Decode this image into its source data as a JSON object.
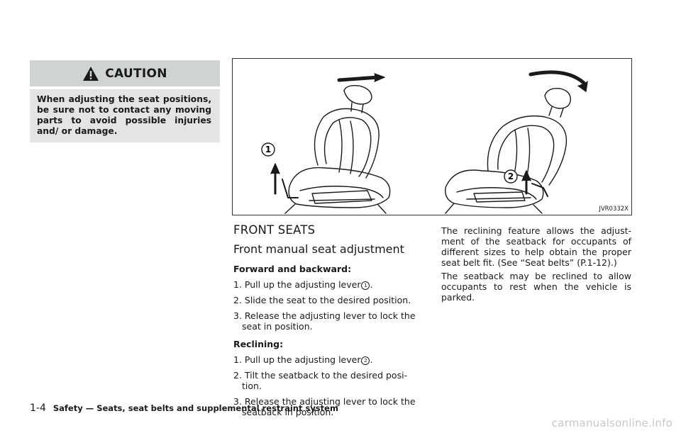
{
  "caution": {
    "title": "CAUTION",
    "text": "When adjusting the seat positions, be sure not to contact any moving parts to avoid possible injuries and/ or damage."
  },
  "figure": {
    "code": "JVR0332X",
    "callout_1": "1",
    "callout_2": "2"
  },
  "section_title": "FRONT SEATS",
  "subsection_title": "Front manual seat adjustment",
  "forward": {
    "heading": "Forward and backward:",
    "step1": "1. Pull up the adjusting lever",
    "step1_marker": "1",
    "step2": "2. Slide the seat to the desired position.",
    "step3": "3. Release the adjusting lever to lock the seat in position."
  },
  "reclining": {
    "heading": "Reclining:",
    "step1": "1. Pull up the adjusting lever",
    "step1_marker": "2",
    "step2": "2. Tilt the seatback to the desired posi- tion.",
    "step3": "3. Release the adjusting lever to lock the seatback in position."
  },
  "right_column": {
    "para1": "The reclining feature allows the adjust- ment of the seatback for occupants of different sizes to help obtain the proper seat belt fit. (See “Seat belts” (P.1-12).)",
    "para2": "The seatback may be reclined to allow occupants to rest when the vehicle is parked."
  },
  "footer": {
    "page_number": "1-4",
    "chapter_title": "Safety — Seats, seat belts and supplemental restraint system"
  },
  "watermark": "carmanualsonline.info",
  "icons": {
    "warning": "warning-triangle-icon"
  }
}
